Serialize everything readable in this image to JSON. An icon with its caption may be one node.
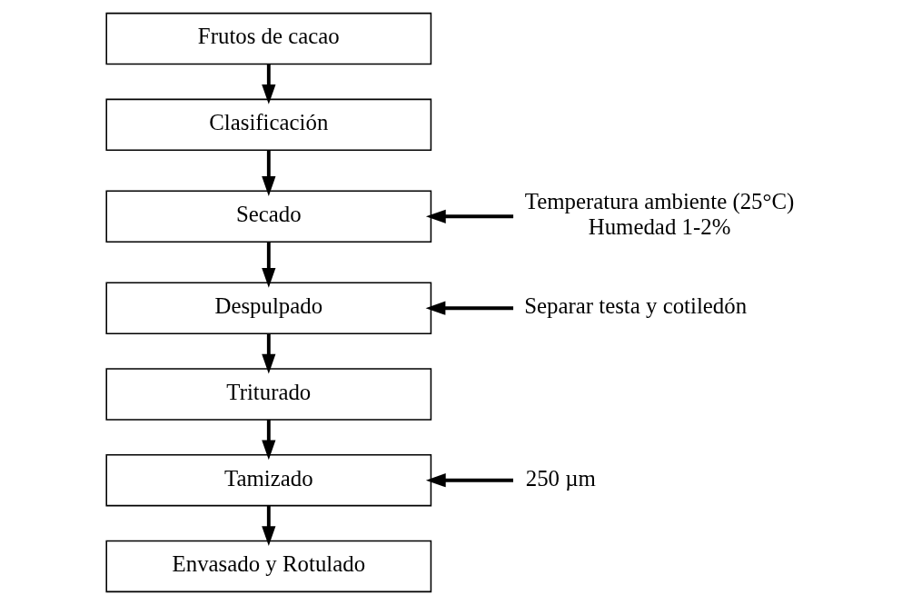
{
  "diagram": {
    "nodes": [
      {
        "text": [
          "Frutos de cacao"
        ]
      },
      {
        "text": [
          "Clasificación"
        ]
      },
      {
        "text": [
          "Secado"
        ]
      },
      {
        "text": [
          "Despulpado"
        ]
      },
      {
        "text": [
          "Triturado"
        ]
      },
      {
        "text": [
          "Tamizado"
        ]
      },
      {
        "text": [
          "Envasado y Rotulado"
        ]
      },
      {
        "text": [
          "Temperatura ambiente (25°C)",
          "Humedad 1-2%"
        ]
      },
      {
        "text": [
          "Separar testa y cotiledón"
        ]
      },
      {
        "text": [
          "250 µm"
        ]
      }
    ],
    "edges": [
      {
        "from": 0,
        "to": 1,
        "arrow": "to"
      },
      {
        "from": 1,
        "to": 2,
        "arrow": "to"
      },
      {
        "from": 2,
        "to": 3,
        "arrow": "to"
      },
      {
        "from": 3,
        "to": 4,
        "arrow": "to"
      },
      {
        "from": 4,
        "to": 5,
        "arrow": "to"
      },
      {
        "from": 5,
        "to": 6,
        "arrow": "to"
      },
      {
        "from": 7,
        "to": 2,
        "arrow": "to"
      },
      {
        "from": 8,
        "to": 3,
        "arrow": "to"
      },
      {
        "from": 9,
        "to": 5,
        "arrow": "to"
      }
    ]
  }
}
